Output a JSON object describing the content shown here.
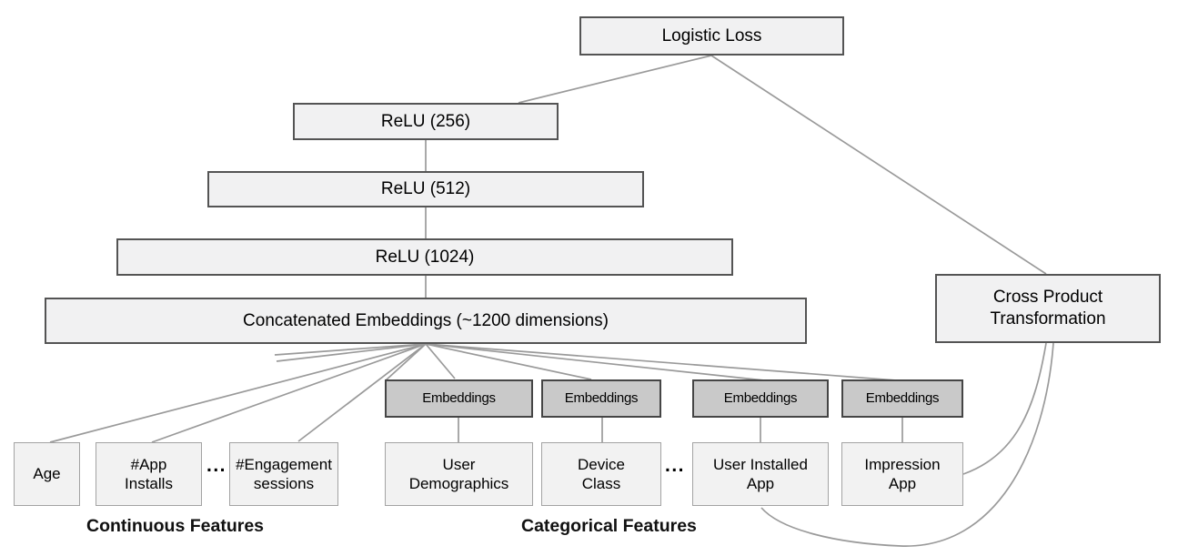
{
  "diagram": {
    "nodes": {
      "logistic_loss": "Logistic Loss",
      "relu_256": "ReLU (256)",
      "relu_512": "ReLU (512)",
      "relu_1024": "ReLU (1024)",
      "concatenated_embeddings": "Concatenated Embeddings (~1200 dimensions)",
      "cross_product": "Cross Product Transformation",
      "embeddings": "Embeddings",
      "age": "Age",
      "app_installs": "#App Installs",
      "engagement_sessions": "#Engagement sessions",
      "user_demographics": "User Demographics",
      "device_class": "Device Class",
      "user_installed_app": "User Installed App",
      "impression_app": "Impression App"
    },
    "ellipsis": "...",
    "group_labels": {
      "continuous": "Continuous Features",
      "categorical": "Categorical Features"
    },
    "colors": {
      "node_fill": "#f1f1f2",
      "node_border": "#545454",
      "embedding_fill": "#c9c9c9",
      "embedding_border": "#454545",
      "feature_border": "#a3a3a3",
      "edge": "#9a9a9a",
      "text": "#000000",
      "background": "#ffffff"
    }
  }
}
